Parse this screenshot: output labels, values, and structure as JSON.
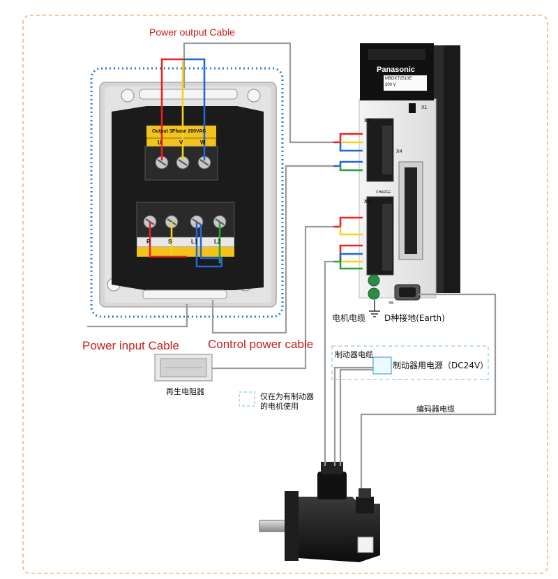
{
  "labels": {
    "power_output": "Power output Cable",
    "power_input": "Power input Cable",
    "control_power": "Control power cable",
    "motor_cable": "电机电缆",
    "earth": "D种接地(Earth)",
    "brake_cable": "制动器电缆",
    "brake_power": "制动器用电源（DC24V）",
    "regen_resistor": "再生电阻器",
    "brake_note_line1": "仅在为有制动器",
    "brake_note_line2": "的电机使用",
    "encoder_cable": "编码器电缆"
  },
  "drive": {
    "brand": "Panasonic",
    "model": "MBDKT2510E",
    "voltage": "200 V",
    "port_xa": "XA",
    "port_xb": "XB",
    "port_x1": "X1",
    "port_x4": "X4",
    "port_x6": "X6",
    "charge": "CHARGE"
  },
  "terminal_block": {
    "top_label": "Output 3Phase 200VAC",
    "top_markings": [
      "U",
      "V",
      "W"
    ],
    "bottom_markings": [
      "R",
      "S",
      "L1",
      "L2"
    ]
  },
  "colors": {
    "wire_red": "#e8231f",
    "wire_yellow": "#f4d21d",
    "wire_blue": "#2466d6",
    "wire_green": "#22a23a",
    "cable_gray": "#9a9a9a",
    "dashed_orange": "#f2a25c",
    "dashed_blue": "#1f7fd0",
    "dashed_lightblue": "#b9dcf0",
    "label_red": "#c0201a"
  }
}
